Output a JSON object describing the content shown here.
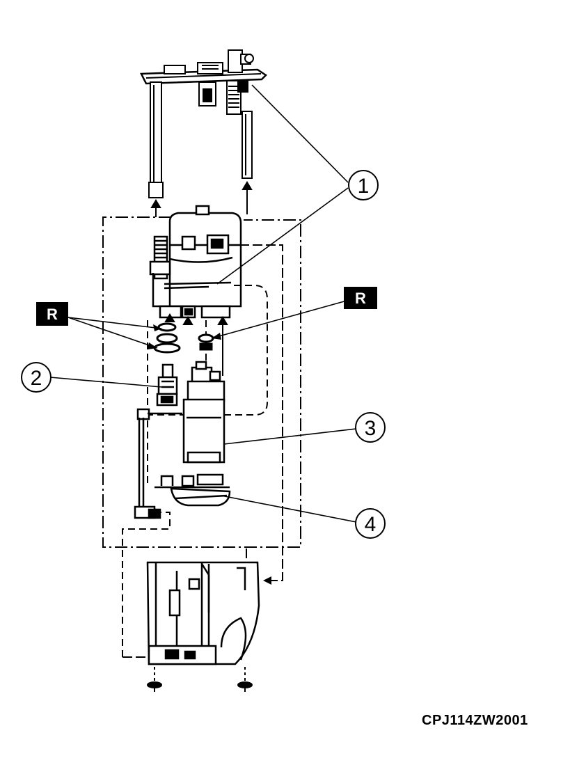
{
  "callouts": {
    "c1": "1",
    "c2": "2",
    "c3": "3",
    "c4": "4"
  },
  "replace_marks": {
    "left": "R",
    "right": "R"
  },
  "figure_code": "CPJ114ZW2001",
  "colors": {
    "line": "#000000",
    "background": "#ffffff",
    "badge": "#000000"
  }
}
